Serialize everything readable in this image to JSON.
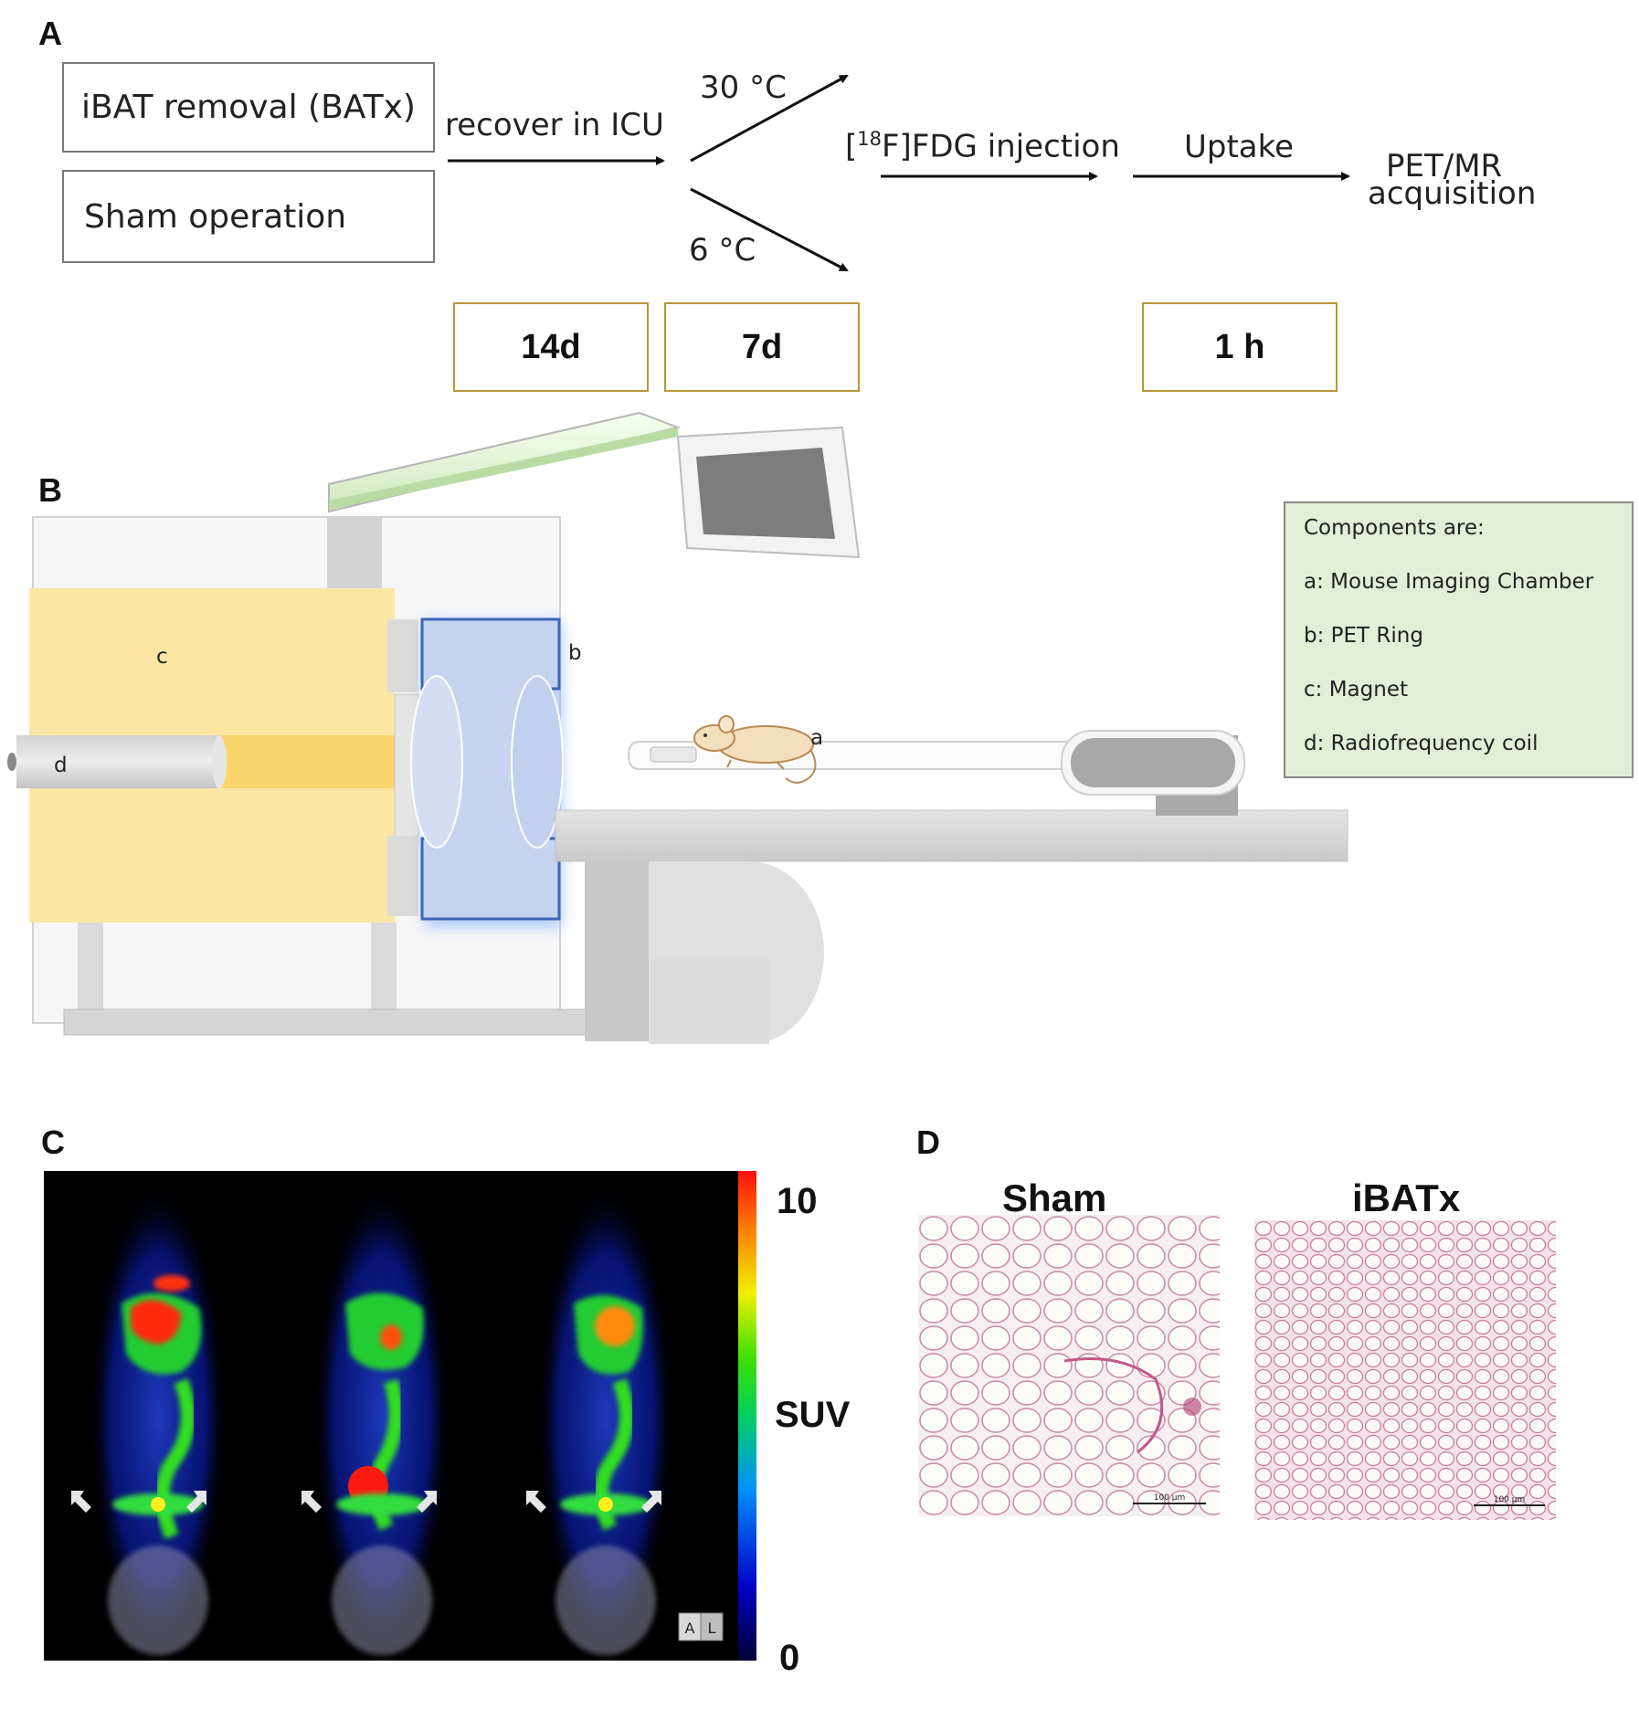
{
  "panels": {
    "a": "A",
    "b": "B",
    "c": "C",
    "d": "D"
  },
  "panel_a": {
    "box_batx": "iBAT removal (BATx)",
    "box_sham": "Sham operation",
    "recover": "recover in ICU",
    "temp_warm": "30 °C",
    "temp_cold": "6 °C",
    "injection_sup": "18",
    "injection_pre": "[",
    "injection_post": "F]FDG injection",
    "uptake": "Uptake",
    "acquisition_line1": "PET/MR",
    "acquisition_line2": "acquisition",
    "dur_recover": "14d",
    "dur_temp": "7d",
    "dur_uptake": "1 h"
  },
  "panel_b": {
    "components_title": "Components are:",
    "components": [
      "a: Mouse Imaging Chamber",
      "b: PET Ring",
      "c: Magnet",
      "d: Radiofrequency coil"
    ],
    "label_a": "a",
    "label_b": "b",
    "label_c": "c",
    "label_d": "d",
    "colors": {
      "magnet": "#fde6a3",
      "pet_ring": "#c3d3f0",
      "chamber_box": "#e3eed6"
    }
  },
  "panel_c": {
    "scale_max": "10",
    "scale_label": "SUV",
    "scale_min": "0",
    "orientation_a": "A",
    "orientation_l": "L"
  },
  "panel_d": {
    "title_sham": "Sham",
    "title_ibatx": "iBATx",
    "scalebar": "100 µm"
  }
}
